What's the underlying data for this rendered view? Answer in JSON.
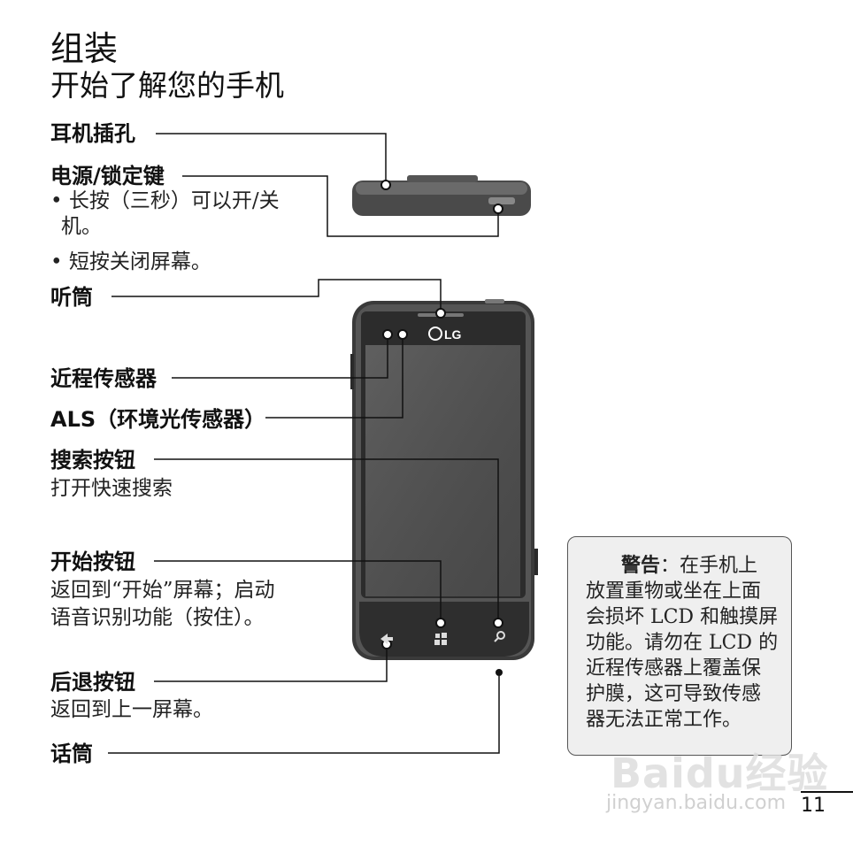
{
  "header": {
    "title": "组装",
    "subtitle": "开始了解您的手机"
  },
  "callouts": {
    "earphone_jack": "耳机插孔",
    "power_key": "电源/锁定键",
    "power_bullet_1": "• 长按（三秒）可以开/关",
    "power_bullet_1b": "机。",
    "power_bullet_2": "• 短按关闭屏幕。",
    "earpiece": "听筒",
    "proximity_sensor": "近程传感器",
    "als": "ALS（环境光传感器）",
    "search_key": "搜索按钮",
    "search_desc": "打开快速搜索",
    "start_key": "开始按钮",
    "start_desc_1": "返回到“开始”屏幕；启动",
    "start_desc_2": "语音识别功能（按住）。",
    "back_key": "后退按钮",
    "back_desc": "返回到上一屏幕。",
    "microphone": "话筒"
  },
  "phone": {
    "brand": "LG"
  },
  "warning": {
    "head": "警告",
    "line1": "：在手机上",
    "line2": "放置重物或坐在上面",
    "line3": "会损坏 LCD 和触摸屏",
    "line4": "功能。请勿在 LCD 的",
    "line5": "近程传感器上覆盖保",
    "line6": "护膜，这可导致传感",
    "line7": "器无法正常工作。"
  },
  "footer": {
    "page_number": "11",
    "watermark_main": "Baidu经验",
    "watermark_url": "jingyan.baidu.com"
  }
}
